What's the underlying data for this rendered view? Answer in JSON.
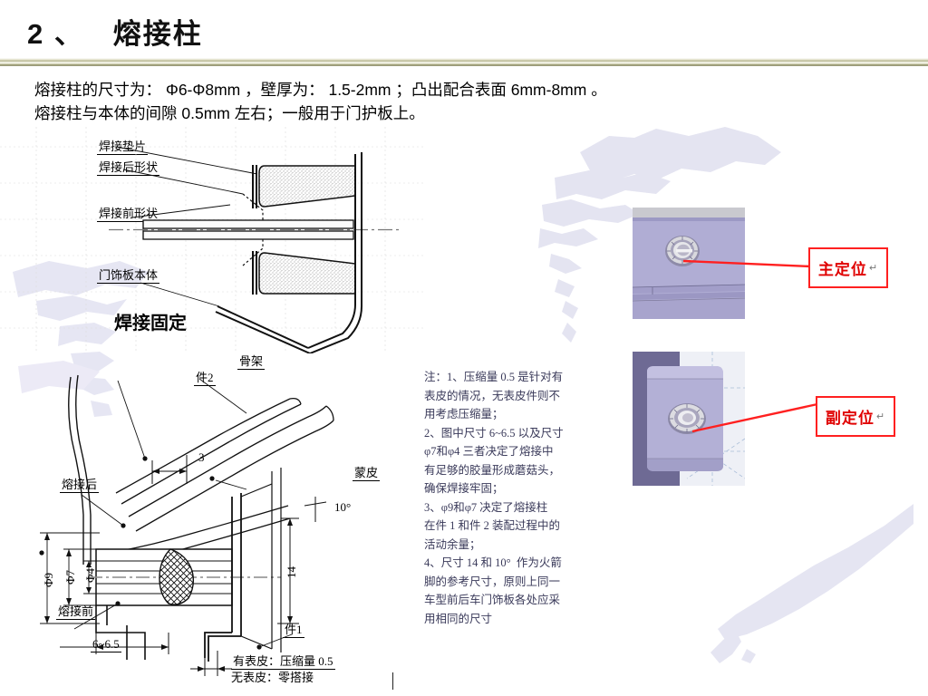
{
  "slide": {
    "title": "2 、   熔接柱",
    "intro": [
      "熔接柱的尺寸为： Φ6-Φ8mm ，壁厚为： 1.5-2mm ；凸出配合表面 6mm-8mm 。",
      "熔接柱与本体的间隙 0.5mm 左右；一般用于门护板上。"
    ]
  },
  "upper_drawing": {
    "labels": {
      "weld_pad": "焊接垫片",
      "shape_after_weld": "焊接后形状",
      "shape_before_weld": "焊接前形状",
      "door_trim_body": "门饰板本体",
      "weld_fixed": "焊接固定"
    }
  },
  "lower_drawing": {
    "labels": {
      "part2": "件2",
      "frame": "骨架",
      "skin": "蒙皮",
      "after_welding": "熔接后",
      "before_welding": "熔接前",
      "part1": "件1"
    },
    "dimensions": {
      "gap_3": "3",
      "angle_10": "10°",
      "height_14": "14",
      "phi9": "Φ9",
      "phi7": "Φ7",
      "phi4": "Φ4",
      "length_6_65": "6~6.5"
    },
    "bottom_notes": [
      "有表皮：压缩量 0.5",
      "无表皮：零搭接"
    ]
  },
  "photos": {
    "primary": {
      "callout": "主定位",
      "cr_mark": "↵"
    },
    "secondary": {
      "callout": "副定位",
      "cr_mark": "↵"
    }
  },
  "notes": {
    "lines": [
      "注：1、压缩量 0.5 是针对有",
      "表皮的情况，无表皮件则不",
      "用考虑压缩量；",
      "2、图中尺寸 6~6.5 以及尺寸",
      "φ7和φ4 三者决定了熔接中",
      "有足够的胶量形成蘑菇头，",
      "确保焊接牢固；",
      "3、φ9和φ7 决定了熔接柱",
      "在件 1 和件 2 装配过程中的",
      "活动余量；",
      "4、尺寸 14 和 10°  作为火箭",
      "脚的参考尺寸，原则上同一",
      "车型前后车门饰板各处应采",
      "用相同的尺寸"
    ]
  },
  "colors": {
    "accent_red": "#ff2020",
    "callout_text": "#e00000",
    "rule_olive": "#6e6e3c",
    "watermark": "#e3e3f2",
    "photo_body": "#adaad4"
  }
}
